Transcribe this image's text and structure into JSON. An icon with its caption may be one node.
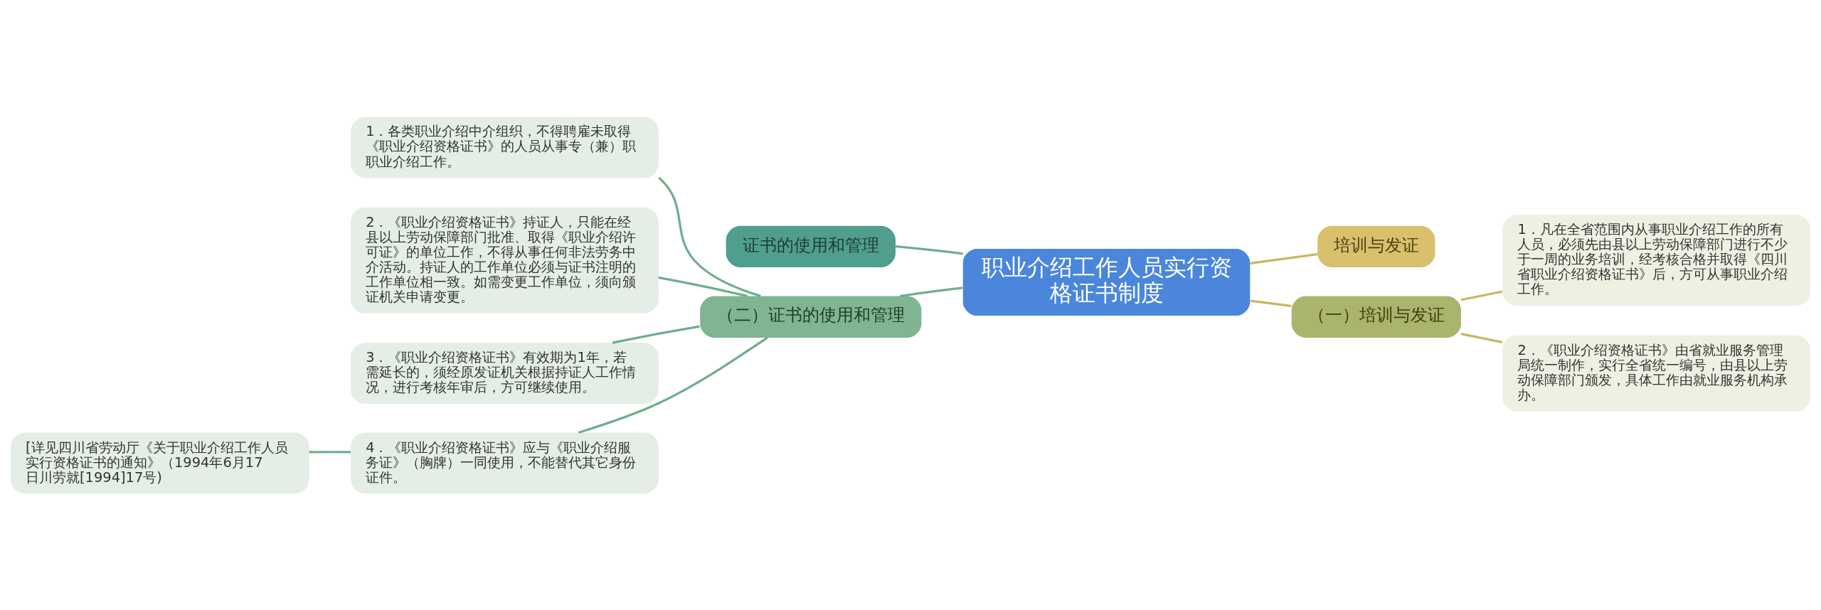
{
  "diagram": {
    "nodes": [
      {
        "text": [
          "职业介绍工作人员实行资格证书制度"
        ]
      },
      {
        "text": [
          "证书的使用和管理"
        ]
      },
      {
        "text": [
          "（二）证书的使用和管理"
        ]
      },
      {
        "text": [
          "1．各类职业介绍中介组织，不得聘雇未取得《职业介绍资格证书》的人员从事专（兼）职职业介绍工作。"
        ]
      },
      {
        "text": [
          "2．《职业介绍资格证书》持证人，只能在经县以上劳动保障部门批准、取得《职业介绍许可证》的单位工作，不得从事任何非法劳务中介活动。持证人的工作单位必须与证书注明的工作单位相一致。如需变更工作单位，须向颁证机关申请变更。"
        ]
      },
      {
        "text": [
          "3．《职业介绍资格证书》有效期为1年，若需延长的，须经原发证机关根据持证人工作情况，进行考核年审后，方可继续使用。"
        ]
      },
      {
        "text": [
          "4．《职业介绍资格证书》应与《职业介绍服务证》（胸牌）一同使用，不能替代其它身份证件。"
        ]
      },
      {
        "text": [
          "[详见四川省劳动厅《关于职业介绍工作人员实行资格证书的通知》（1994年6月17日川劳就[1994]17号)"
        ]
      },
      {
        "text": [
          "培训与发证"
        ]
      },
      {
        "text": [
          "（一）培训与发证"
        ]
      },
      {
        "text": [
          "1．凡在全省范围内从事职业介绍工作的所有人员，必须先由县以上劳动保障部门进行不少于一周的业务培训，经考核合格并取得《四川省职业介绍资格证书》后，方可从事职业介绍工作。"
        ]
      },
      {
        "text": [
          "2．《职业介绍资格证书》由省就业服务管理局统一制作，实行全省统一编号，由县以上劳动保障部门颁发，具体工作由就业服务机构承办。"
        ]
      }
    ],
    "edges": [
      {
        "from": 0,
        "to": 1,
        "arrow": "none"
      },
      {
        "from": 0,
        "to": 2,
        "arrow": "none"
      },
      {
        "from": 2,
        "to": 3,
        "arrow": "none"
      },
      {
        "from": 2,
        "to": 4,
        "arrow": "none"
      },
      {
        "from": 2,
        "to": 5,
        "arrow": "none"
      },
      {
        "from": 2,
        "to": 6,
        "arrow": "none"
      },
      {
        "from": 6,
        "to": 7,
        "arrow": "none"
      },
      {
        "from": 0,
        "to": 8,
        "arrow": "none",
        "color": "#c9b65e"
      },
      {
        "from": 0,
        "to": 9,
        "arrow": "none",
        "color": "#c9b65e"
      },
      {
        "from": 9,
        "to": 10,
        "arrow": "none",
        "color": "#c9b65e"
      },
      {
        "from": 9,
        "to": 11,
        "arrow": "none",
        "color": "#c9b65e"
      }
    ]
  }
}
